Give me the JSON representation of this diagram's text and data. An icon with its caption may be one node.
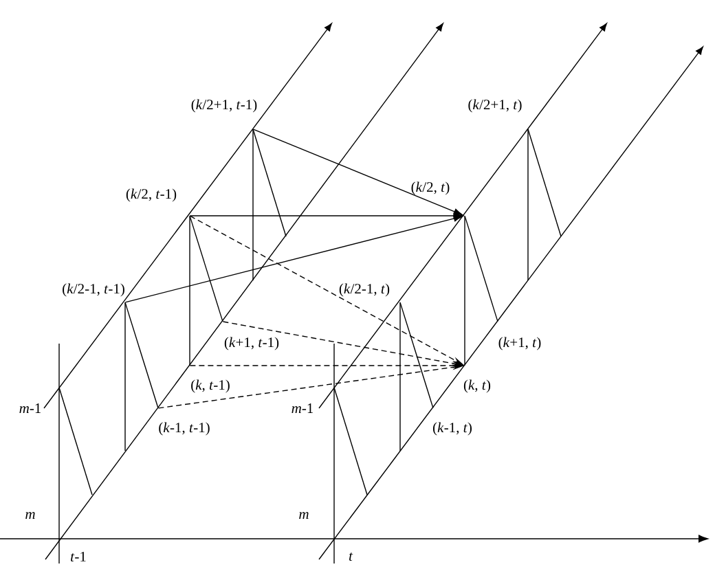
{
  "diagram": {
    "nodes": [
      {
        "text": [
          "(*k*/2+1, *t*-1)"
        ]
      },
      {
        "text": [
          "(*k*/2, *t*-1)"
        ]
      },
      {
        "text": [
          "(*k*/2-1, *t*-1)"
        ]
      },
      {
        "text": [
          "(*k*+1, *t*-1)"
        ]
      },
      {
        "text": [
          "(*k*, *t*-1)"
        ]
      },
      {
        "text": [
          "(*k*-1, *t*-1)"
        ]
      },
      {
        "text": [
          "(*k*/2+1, *t*)"
        ]
      },
      {
        "text": [
          "(*k*/2, *t*)"
        ]
      },
      {
        "text": [
          "(*k*/2-1, *t*)"
        ]
      },
      {
        "text": [
          "(*k*+1, *t*)"
        ]
      },
      {
        "text": [
          "(*k*, *t*)"
        ]
      },
      {
        "text": [
          "(*k*-1, *t*)"
        ]
      }
    ],
    "edges": [
      {
        "from": 0,
        "to": 7,
        "arrow": "to"
      },
      {
        "from": 1,
        "to": 7,
        "arrow": "to"
      },
      {
        "from": 2,
        "to": 7,
        "arrow": "to"
      },
      {
        "from": 1,
        "to": 10,
        "arrow": "to",
        "style": "dashed"
      },
      {
        "from": 3,
        "to": 10,
        "arrow": "to",
        "style": "dashed"
      },
      {
        "from": 4,
        "to": 10,
        "arrow": "to",
        "style": "dashed"
      },
      {
        "from": 5,
        "to": 10,
        "arrow": "to",
        "style": "dashed"
      },
      {
        "from": 1,
        "to": 4,
        "arrow": "none"
      },
      {
        "from": 1,
        "to": 3,
        "arrow": "none"
      },
      {
        "from": 2,
        "to": 5,
        "arrow": "none"
      },
      {
        "from": 7,
        "to": 10,
        "arrow": "none"
      },
      {
        "from": 7,
        "to": 9,
        "arrow": "none"
      },
      {
        "from": 8,
        "to": 11,
        "arrow": "none"
      }
    ],
    "labels": [
      "*m*-1",
      "m",
      "*t*-1",
      "*m*-1",
      "m",
      "t"
    ]
  }
}
